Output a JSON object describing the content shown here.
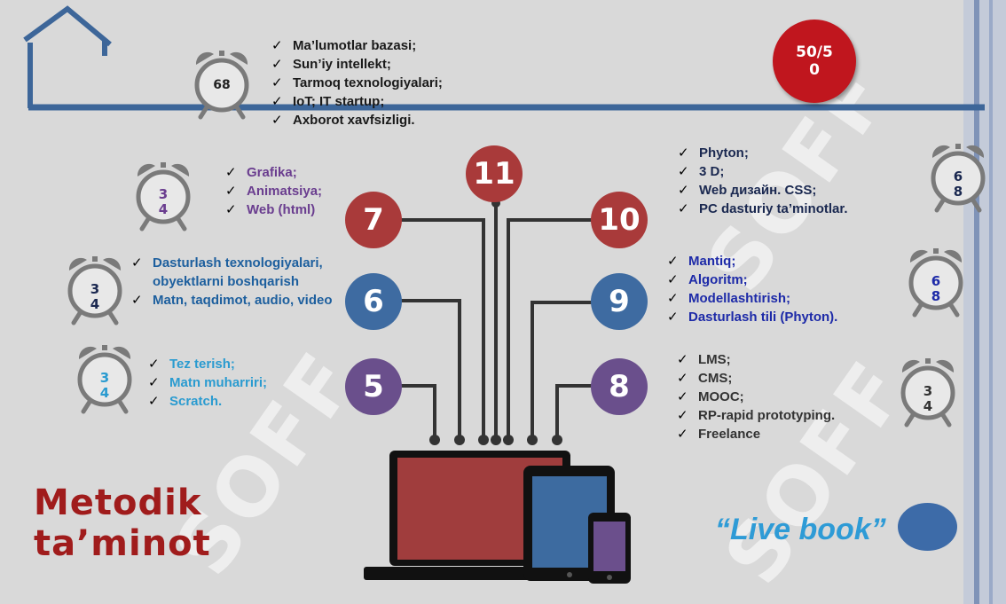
{
  "title_lines": [
    "Metodik",
    "ta’minot"
  ],
  "live_book_label": "“Live book”",
  "badge_label": "50/50",
  "watermark": "SOFF",
  "clocks": [
    {
      "id": "top-left",
      "value": "68"
    },
    {
      "id": "grafika",
      "value": "3 4"
    },
    {
      "id": "dasturlash",
      "value": "3 4"
    },
    {
      "id": "tez-terish",
      "value": "3 4"
    },
    {
      "id": "phyton",
      "value": "6 8"
    },
    {
      "id": "mantiq",
      "value": "6 8"
    },
    {
      "id": "lms",
      "value": "3 4"
    }
  ],
  "nodes": [
    {
      "label": "11",
      "color": "#a93a3a"
    },
    {
      "label": "7",
      "color": "#a93a3a"
    },
    {
      "label": "10",
      "color": "#a93a3a"
    },
    {
      "label": "6",
      "color": "#3e6ba1"
    },
    {
      "label": "9",
      "color": "#3e6ba1"
    },
    {
      "label": "5",
      "color": "#6a4f8c"
    },
    {
      "label": "8",
      "color": "#6a4f8c"
    }
  ],
  "lists": {
    "top": [
      "Ma’lumotlar bazasi;",
      "Sun’iy intellekt;",
      "Tarmoq texnologiyalari;",
      "IoT; IT startup;",
      "Axborot xavfsizligi."
    ],
    "grafika": [
      "Grafika;",
      "Animatsiya;",
      "Web (html)"
    ],
    "dasturlash": [
      "Dasturlash texnologiyalari, obyektlarni boshqarish",
      "Matn, taqdimot, audio, video"
    ],
    "tez_terish": [
      "Tez terish;",
      "Matn muharriri;",
      "Scratch."
    ],
    "phyton": [
      "Phyton;",
      "3 D;",
      "Web дизайн. CSS;",
      "PC dasturiy ta’minotlar."
    ],
    "mantiq": [
      "Mantiq;",
      "Algoritm;",
      "Modellashtirish;",
      "Dasturlash tili (Phyton)."
    ],
    "lms": [
      "LMS;",
      "CMS;",
      "MOOC;",
      "RP-rapid prototyping.",
      "Freelance"
    ]
  },
  "colors": {
    "top": "#1a1a1a",
    "grafika": "#6a3d8f",
    "dasturlash": "#1d5f9e",
    "tez_terish": "#2a9bd0",
    "phyton": "#1a2850",
    "mantiq": "#1d2aa8",
    "lms": "#333333"
  }
}
